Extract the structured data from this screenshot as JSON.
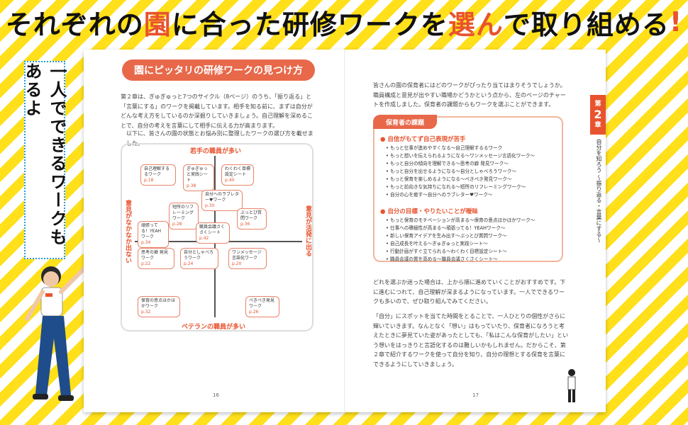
{
  "banner": {
    "part1": "それぞれの",
    "hl1": "園",
    "part2": "に合った研修ワークを",
    "hl2": "選ん",
    "part3": "で取り組める",
    "exclaim": "!"
  },
  "side_tag": "一人でできるワークもあるよ",
  "left_page": {
    "title": "園にピッタリの研修ワークの見つけ方",
    "para1": "第２章は、ぎゅぎゅっと7つのサイクル（8ページ）のうち、「振り返る」と「言葉にする」のワークを掲載しています。相手を知る前に、まずは自分がどんな考え方をしているのか深掘りしていきましょう。自己理解を深めることで、自分の考えを言葉にして相手に伝える力が高まります。",
    "para2": "以下に、皆さんの園の状態とお悩み別に整理したワークの選び方を載せました。",
    "chart": {
      "top": "若手の職員が多い",
      "bottom": "ベテランの職員が多い",
      "left": "意見がなかなか出ない",
      "right": "意見が活発に出る",
      "cards": [
        {
          "t": "自己理解するるワーク",
          "p": "p.18"
        },
        {
          "t": "ぎゅぎゅっと実践シート",
          "p": "p.38"
        },
        {
          "t": "わくわく目標設定シート",
          "p": "p.40"
        },
        {
          "t": "自分へのラブレター♥ワーク",
          "p": "p.30"
        },
        {
          "t": "短所のリフレーミングワーク",
          "p": "p.28"
        },
        {
          "t": "ぶっとび質問ワーク",
          "p": "p.36"
        },
        {
          "t": "頑張ってる！YEAHワーク",
          "p": "p.34"
        },
        {
          "t": "職員会議さくさくシート",
          "p": "p.42"
        },
        {
          "t": "思考の癖 発見ワーク",
          "p": "p.22"
        },
        {
          "t": "自分としゃべろうワーク",
          "p": "p.24"
        },
        {
          "t": "ワンメッセージ言語化ワーク",
          "p": "p.20"
        },
        {
          "t": "保育の意点ほかほかワーク",
          "p": "p.32"
        },
        {
          "t": "ぺきぺき発見ワーク",
          "p": "p.26"
        }
      ]
    },
    "folio": "16"
  },
  "right_page": {
    "para1": "皆さんの園の保育者にはどのワークがぴったり当てはまりそうでしょうか。職員構成と意見が出やすい職場かどうかという点から、左のページのチャートを作成しました。保育者の課題からもワークを選ぶことができます。",
    "task_title": "保育者の課題",
    "sec1": "自信がもてず自己表現が苦手",
    "items1": [
      "もっと仕事が進めやすくなる～自己理解するるワーク",
      "もっと想いを伝えられるようになる～ワンメッセージ言語化ワーク～",
      "もっと自分の傾向を理解できる～思考の癖 発見ワーク～",
      "もっと自分を出せるようになる～自分としゃべろうワーク～",
      "もっと保育を楽しめるようになる～ぺきぺき発見ワーク～",
      "もっと前向きな気持ちになれる～短所のリフレーミングワーク～",
      "自分の心を癒す～自分へのラブレター♥ワーク～"
    ],
    "sec2": "自分の目標・やりたいことが曖昧",
    "items2": [
      "もっと保育のモチベーションが高まる～保育の意点ほかほかワーク～",
      "仕事への積極性が高まる～頑張ってる！YEAHワーク～",
      "新しい保育アイデアを生み出す～ぶっとび質問ワーク～",
      "自己成長を叶える～ぎゅぎゅっと実践シート～",
      "行動計画がすぐ立てられる～わくわく目標設定シート～",
      "職員会議の質を高める～職員会議さくさくシート～"
    ],
    "para2": "どれを選ぶか迷った場合は、上から順に進めていくことがおすすめです。下に進むにつれて、自己理解が深まるようになっています。一人でできるワークも多いので、ぜひ取り組んでみてください。",
    "para3": "「自分」にスポットを当てた時間をとることで、一人ひとりの個性がさらに輝いていきます。なんとなく「想い」はもっていたり、保育者になろうと考えたときに夢見ていた姿があったとしても、「私はこんな保育がしたい」という想いをはっきりと言語化するのは難しいかもしれません。だからこそ、第２章で紹介するワークを使って自分を知り、自分の理想とする保育を言葉にできるようにしていきましょう。",
    "chapter": {
      "pre": "第",
      "num": "2",
      "post": "章"
    },
    "chapter_sub": "自分を知ろう ～振り返る・言葉にする～",
    "folio": "17"
  }
}
